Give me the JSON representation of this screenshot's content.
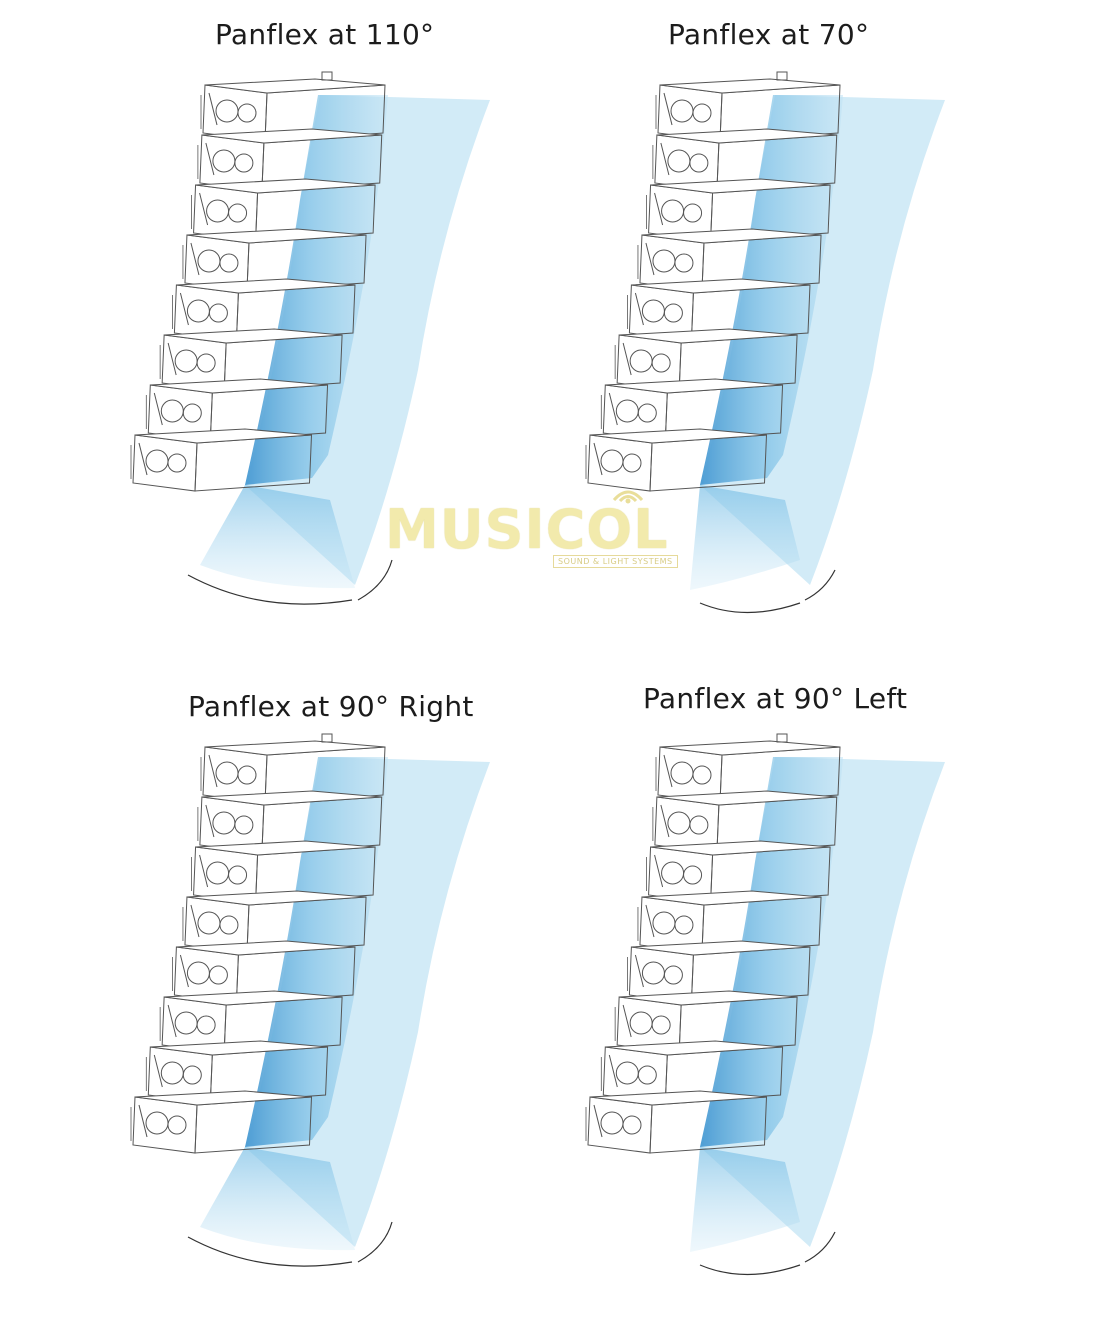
{
  "panels": [
    {
      "title": "Panflex at 110°"
    },
    {
      "title": "Panflex at 70°"
    },
    {
      "title": "Panflex at 90° Right"
    },
    {
      "title": "Panflex at 90° Left"
    }
  ],
  "watermark": {
    "brand": "MUSICOL",
    "tagline": "SOUND & LIGHT SYSTEMS"
  },
  "colors": {
    "beam_light": "#bfe2f4",
    "beam_mid": "#7cc0e6",
    "beam_dark": "#3d94d0",
    "outline": "#555555",
    "watermark": "#f1e9a6"
  }
}
